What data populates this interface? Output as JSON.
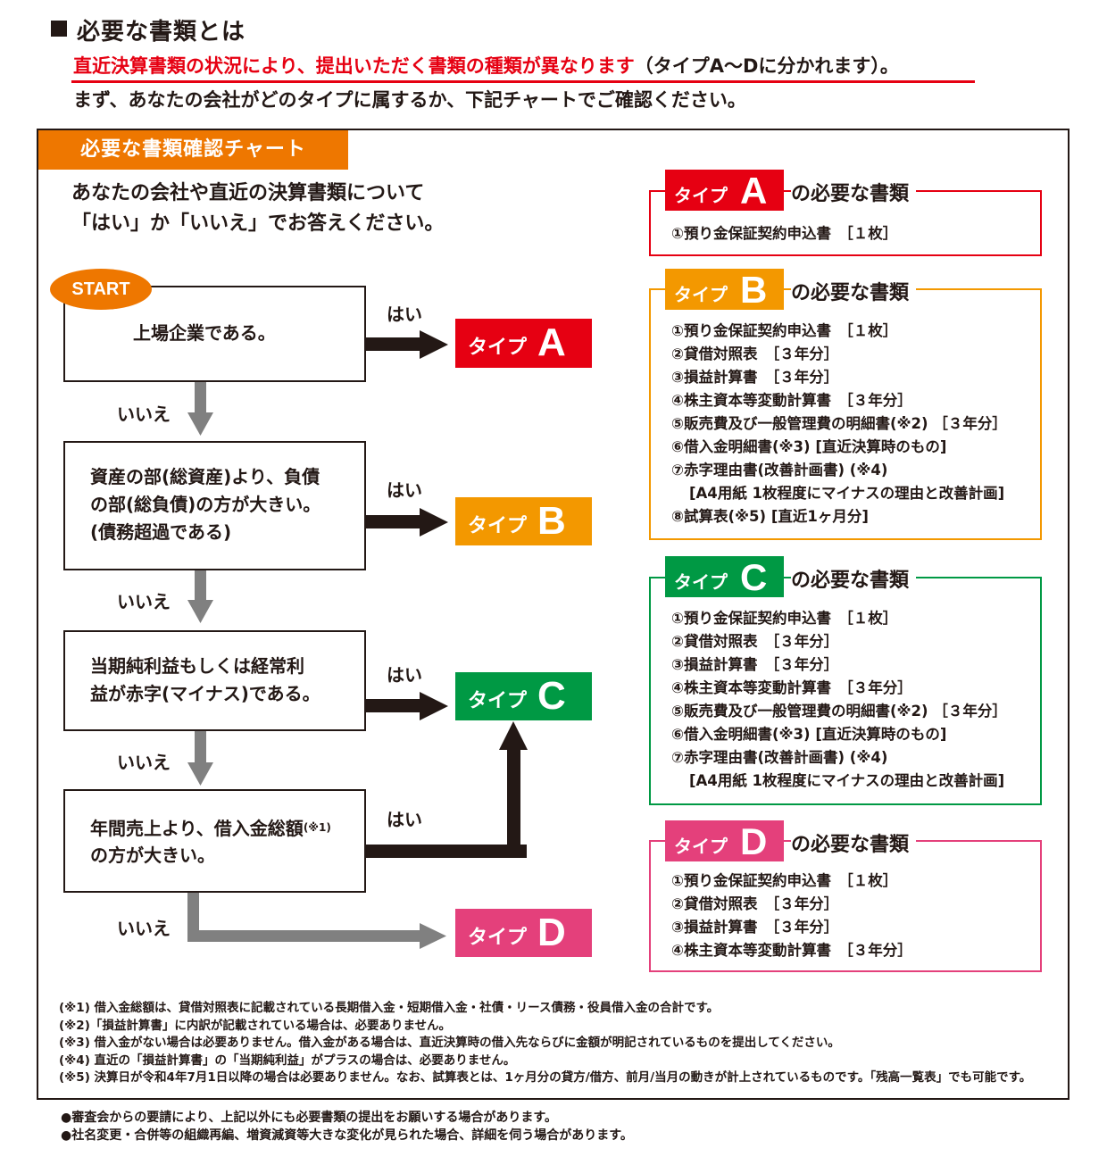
{
  "header": {
    "title": "必要な書類とは",
    "notice_red": "直近決算書類の状況により、提出いただく書類の種類が異なります",
    "notice_rest": "（タイプA〜Dに分かれます）。",
    "intro": "まず、あなたの会社がどのタイプに属するか、下記チャートでご確認ください。"
  },
  "chart": {
    "tab": "必要な書類確認チャート",
    "instruction_1": "あなたの会社や直近の決算書類について",
    "instruction_2": "「はい」か「いいえ」でお答えください。",
    "start": "START",
    "yes": "はい",
    "no": "いいえ",
    "questions": [
      {
        "lines": [
          "上場企業である。"
        ]
      },
      {
        "lines": [
          "資産の部(総資産)より、負債",
          "の部(総負債)の方が大きい。",
          "(債務超過である)"
        ]
      },
      {
        "lines": [
          "当期純利益もしくは経常利",
          "益が赤字(マイナス)である。"
        ]
      },
      {
        "line1": "年間売上より、借入金総額",
        "note": "(※1)",
        "line2": "の方が大きい。"
      }
    ],
    "results": [
      {
        "text": "タイプ",
        "letter": "A"
      },
      {
        "text": "タイプ",
        "letter": "B"
      },
      {
        "text": "タイプ",
        "letter": "C"
      },
      {
        "text": "タイプ",
        "letter": "D"
      }
    ]
  },
  "panels": {
    "title_suffix": "の必要な書類",
    "A": {
      "tag": "タイプ",
      "letter": "A",
      "color": "#e60012",
      "items": [
        "①預り金保証契約申込書　［１枚］"
      ]
    },
    "B": {
      "tag": "タイプ",
      "letter": "B",
      "color": "#f39800",
      "items": [
        "①預り金保証契約申込書　［１枚］",
        "②貸借対照表　［３年分］",
        "③損益計算書　［３年分］",
        "④株主資本等変動計算書　［３年分］",
        "⑤販売費及び一般管理費の明細書(※2) ［３年分］",
        "⑥借入金明細書(※3)  [直近決算時のもの]",
        "⑦赤字理由書(改善計画書)  (※4)",
        "[A4用紙 1枚程度にマイナスの理由と改善計画]",
        "⑧試算表(※5)  [直近1ヶ月分]"
      ]
    },
    "C": {
      "tag": "タイプ",
      "letter": "C",
      "color": "#009944",
      "items": [
        "①預り金保証契約申込書　［１枚］",
        "②貸借対照表　［３年分］",
        "③損益計算書　［３年分］",
        "④株主資本等変動計算書　［３年分］",
        "⑤販売費及び一般管理費の明細書(※2) ［３年分］",
        "⑥借入金明細書(※3)  [直近決算時のもの]",
        "⑦赤字理由書(改善計画書)  (※4)",
        "[A4用紙 1枚程度にマイナスの理由と改善計画]"
      ]
    },
    "D": {
      "tag": "タイプ",
      "letter": "D",
      "color": "#e4407b",
      "items": [
        "①預り金保証契約申込書　［１枚］",
        "②貸借対照表　［３年分］",
        "③損益計算書　［３年分］",
        "④株主資本等変動計算書　［３年分］"
      ]
    }
  },
  "notes": [
    "(※1) 借入金総額は、貸借対照表に記載されている長期借入金・短期借入金・社債・リース債務・役員借入金の合計です。",
    "(※2)「損益計算書」に内訳が記載されている場合は、必要ありません。",
    "(※3) 借入金がない場合は必要ありません。借入金がある場合は、直近決算時の借入先ならびに金額が明記されているものを提出してください。",
    "(※4) 直近の「損益計算書」の「当期純利益」がプラスの場合は、必要ありません。",
    "(※5) 決算日が令和4年7月1日以降の場合は必要ありません。なお、試算表とは、1ヶ月分の貸方/借方、前月/当月の動きが計上されているものです。「残高一覧表」でも可能です。"
  ],
  "footer": [
    "●審査会からの要請により、上記以外にも必要書類の提出をお願いする場合があります。",
    "●社名変更・合併等の組織再編、増資減資等大きな変化が見られた場合、詳細を伺う場合があります。"
  ],
  "colors": {
    "orange": "#ee7700",
    "arrow_gray": "#808080",
    "red": "#e60012"
  }
}
